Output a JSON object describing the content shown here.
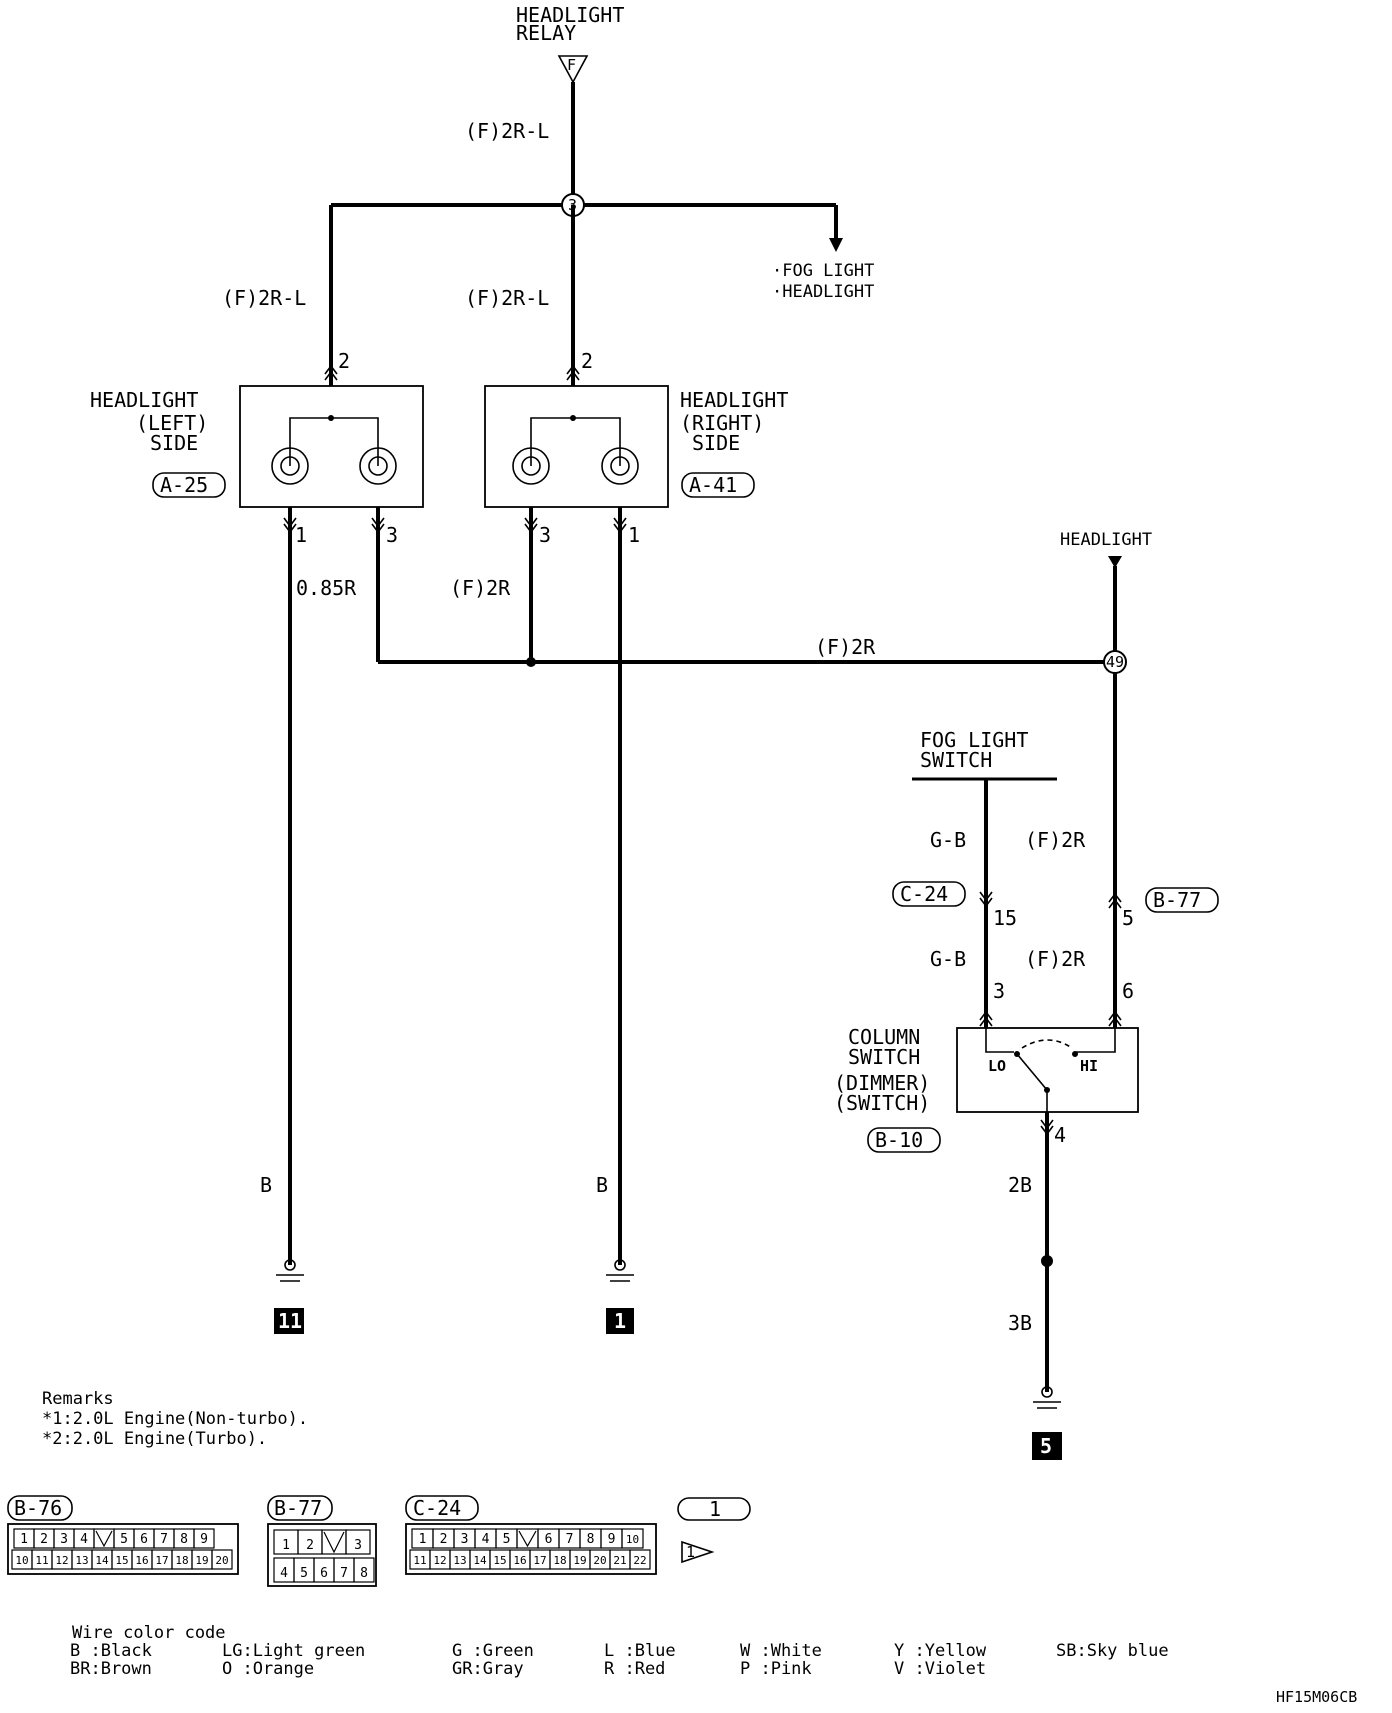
{
  "diagram": {
    "relay": {
      "title_line1": "HEADLIGHT",
      "title_line2": "RELAY",
      "terminal": "F",
      "wire": "(F)2R-L"
    },
    "junction_top": "3",
    "fog_output": {
      "line1": "·FOG LIGHT",
      "line2": "·HEADLIGHT"
    },
    "left_branch": {
      "wire": "(F)2R-L",
      "pin": "2"
    },
    "right_branch": {
      "wire": "(F)2R-L",
      "pin": "2"
    },
    "headlight_left": {
      "line1": "HEADLIGHT",
      "line2": "(LEFT)",
      "line3": "SIDE",
      "connector": "A-25",
      "pin_a": "1",
      "pin_b": "3"
    },
    "headlight_right": {
      "line1": "HEADLIGHT",
      "line2": "(RIGHT)",
      "line3": "SIDE",
      "connector": "A-41",
      "pin_a": "3",
      "pin_b": "1"
    },
    "wires": {
      "left_ground_upper": "0.85R",
      "right_mid": "(F)2R",
      "horizontal": "(F)2R",
      "left_ground": "B",
      "right_ground": "B"
    },
    "headlight_feed": "HEADLIGHT",
    "junction_right": "49",
    "fog_switch": {
      "line1": "FOG LIGHT",
      "line2": "SWITCH"
    },
    "fog_wires": {
      "gb_upper": "G-B",
      "f2r_upper": "(F)2R",
      "connector_c": "C-24",
      "pin_15": "15",
      "connector_b": "B-77",
      "pin_5": "5",
      "gb_lower": "G-B",
      "f2r_lower": "(F)2R",
      "pin_3": "3",
      "pin_6": "6"
    },
    "column_switch": {
      "line1": "COLUMN",
      "line2": "SWITCH",
      "line3": "(DIMMER)",
      "line4": "(SWITCH)",
      "connector": "B-10",
      "lo": "LO",
      "hi": "HI",
      "pin_4": "4",
      "wire_upper": "2B",
      "wire_lower": "3B"
    },
    "grounds": [
      "11",
      "1",
      "5"
    ]
  },
  "remarks": {
    "title": "Remarks",
    "line1": "*1:2.0L Engine(Non-turbo).",
    "line2": "*2:2.0L Engine(Turbo)."
  },
  "connectors": {
    "b76": {
      "label": "B-76",
      "row1": [
        "1",
        "2",
        "3",
        "4",
        "",
        "5",
        "6",
        "7",
        "8",
        "9"
      ],
      "row2": [
        "10",
        "11",
        "12",
        "13",
        "14",
        "15",
        "16",
        "17",
        "18",
        "19",
        "20"
      ]
    },
    "b77": {
      "label": "B-77",
      "row1": [
        "1",
        "2",
        "",
        "3"
      ],
      "row2": [
        "4",
        "5",
        "6",
        "7",
        "8"
      ]
    },
    "c24": {
      "label": "C-24",
      "row1": [
        "1",
        "2",
        "3",
        "4",
        "5",
        "",
        "6",
        "7",
        "8",
        "9",
        "10"
      ],
      "row2": [
        "11",
        "12",
        "13",
        "14",
        "15",
        "16",
        "17",
        "18",
        "19",
        "20",
        "21",
        "22"
      ]
    },
    "one": {
      "label": "1",
      "symbol": "1"
    }
  },
  "wire_color_code": {
    "title": "Wire color code",
    "entries": [
      "B :Black",
      "LG:Light green",
      "G :Green",
      "L :Blue",
      "W :White",
      "Y :Yellow",
      "SB:Sky blue",
      "BR:Brown",
      "O :Orange",
      "GR:Gray",
      "R :Red",
      "P :Pink",
      "V :Violet"
    ]
  },
  "code": "HF15M06CB"
}
